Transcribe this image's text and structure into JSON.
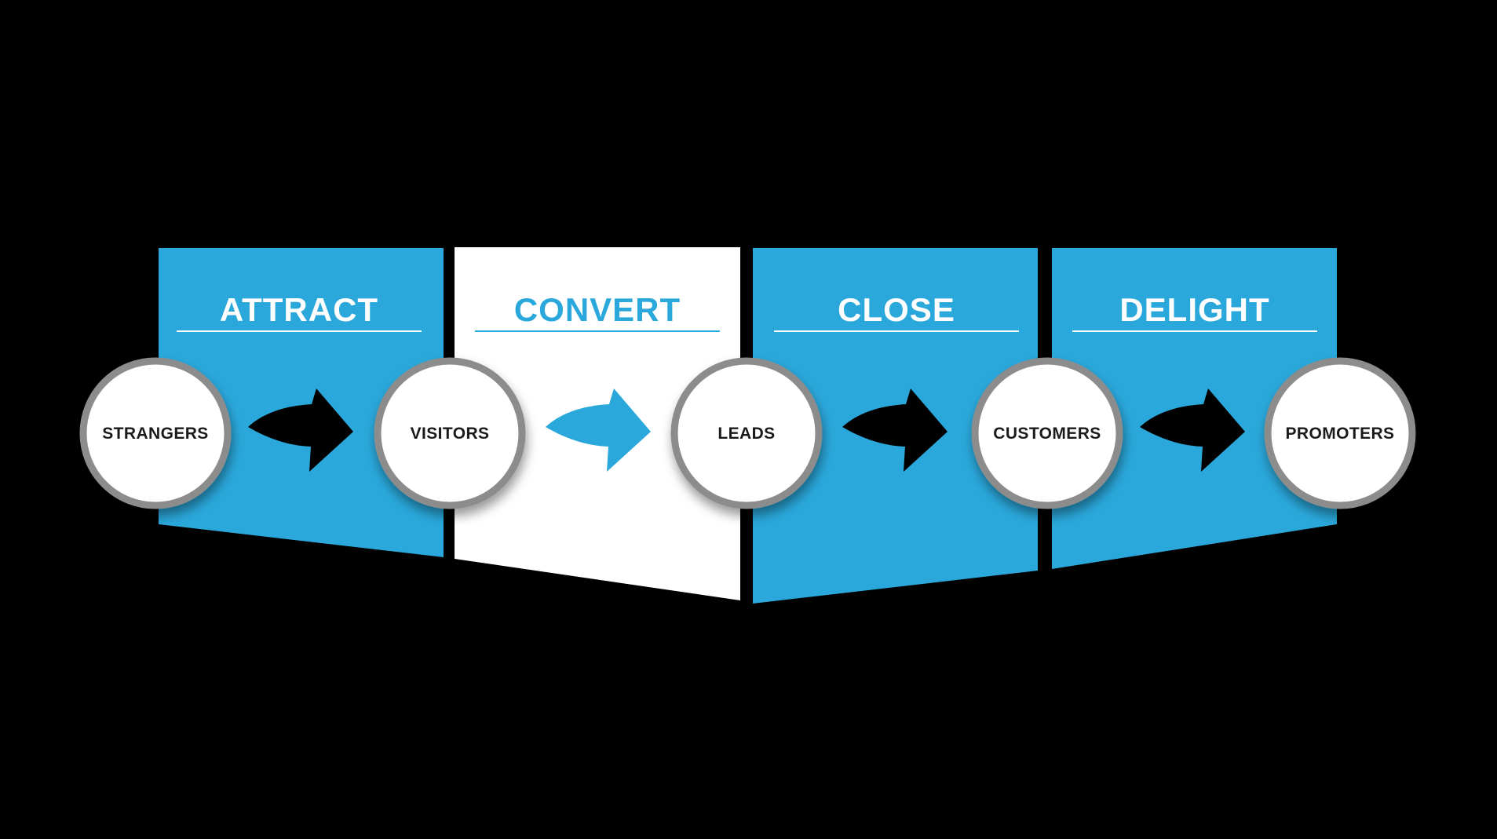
{
  "diagram": {
    "name": "inbound-methodology-funnel",
    "background_color": "#000000",
    "accent_blue": "#2AA8DB",
    "panel_white": "#FFFFFF",
    "circle_fill": "#FFFFFF",
    "circle_border_color": "#8C8C8C",
    "circle_label_color": "#1A1A1A",
    "stages": [
      {
        "label": "ATTRACT",
        "panel_color": "#2AA8DB",
        "title_color": "#FFFFFF"
      },
      {
        "label": "CONVERT",
        "panel_color": "#FFFFFF",
        "title_color": "#2AA8DB"
      },
      {
        "label": "CLOSE",
        "panel_color": "#2AA8DB",
        "title_color": "#FFFFFF"
      },
      {
        "label": "DELIGHT",
        "panel_color": "#2AA8DB",
        "title_color": "#FFFFFF"
      }
    ],
    "audiences": [
      {
        "label": "STRANGERS"
      },
      {
        "label": "VISITORS"
      },
      {
        "label": "LEADS"
      },
      {
        "label": "CUSTOMERS"
      },
      {
        "label": "PROMOTERS"
      }
    ],
    "arrows": [
      {
        "from": "STRANGERS",
        "to": "VISITORS",
        "color": "#000000"
      },
      {
        "from": "VISITORS",
        "to": "LEADS",
        "color": "#2AA8DB"
      },
      {
        "from": "LEADS",
        "to": "CUSTOMERS",
        "color": "#000000"
      },
      {
        "from": "CUSTOMERS",
        "to": "PROMOTERS",
        "color": "#000000"
      }
    ]
  }
}
